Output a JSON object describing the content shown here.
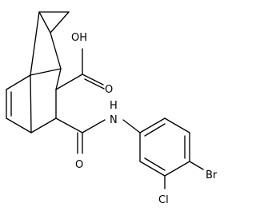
{
  "molecule": {
    "atom_labels": {
      "acid_oh": "OH",
      "acid_o": "O",
      "amide_o": "O",
      "amide_n": "N",
      "amide_h": "H",
      "bromo": "Br",
      "chloro": "Cl"
    }
  }
}
